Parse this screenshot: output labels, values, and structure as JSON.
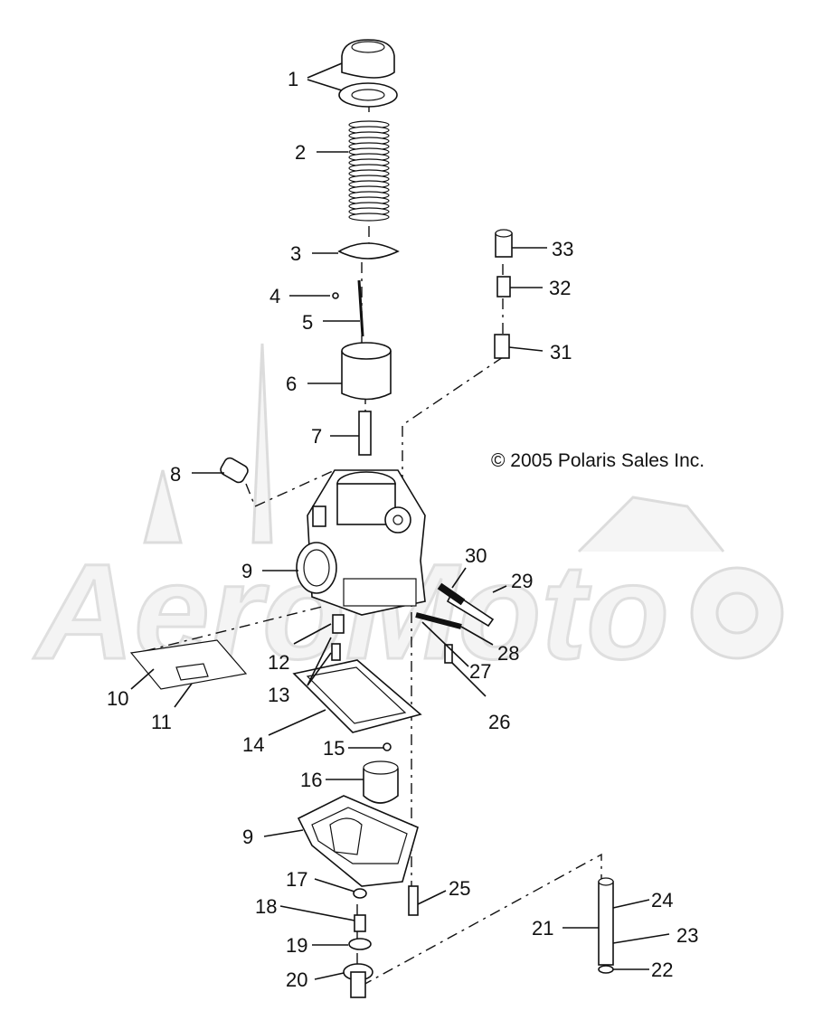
{
  "copyright": "© 2005 Polaris Sales Inc.",
  "watermark": "AeroMoto",
  "callouts": {
    "c1": "1",
    "c2": "2",
    "c3": "3",
    "c4": "4",
    "c5": "5",
    "c6": "6",
    "c7": "7",
    "c8": "8",
    "c9a": "9",
    "c9b": "9",
    "c10": "10",
    "c11": "11",
    "c12": "12",
    "c13": "13",
    "c14": "14",
    "c15": "15",
    "c16": "16",
    "c17": "17",
    "c18": "18",
    "c19": "19",
    "c20": "20",
    "c21": "21",
    "c22": "22",
    "c23": "23",
    "c24": "24",
    "c25": "25",
    "c26": "26",
    "c27": "27",
    "c28": "28",
    "c29": "29",
    "c30": "30",
    "c31": "31",
    "c32": "32",
    "c33": "33"
  }
}
